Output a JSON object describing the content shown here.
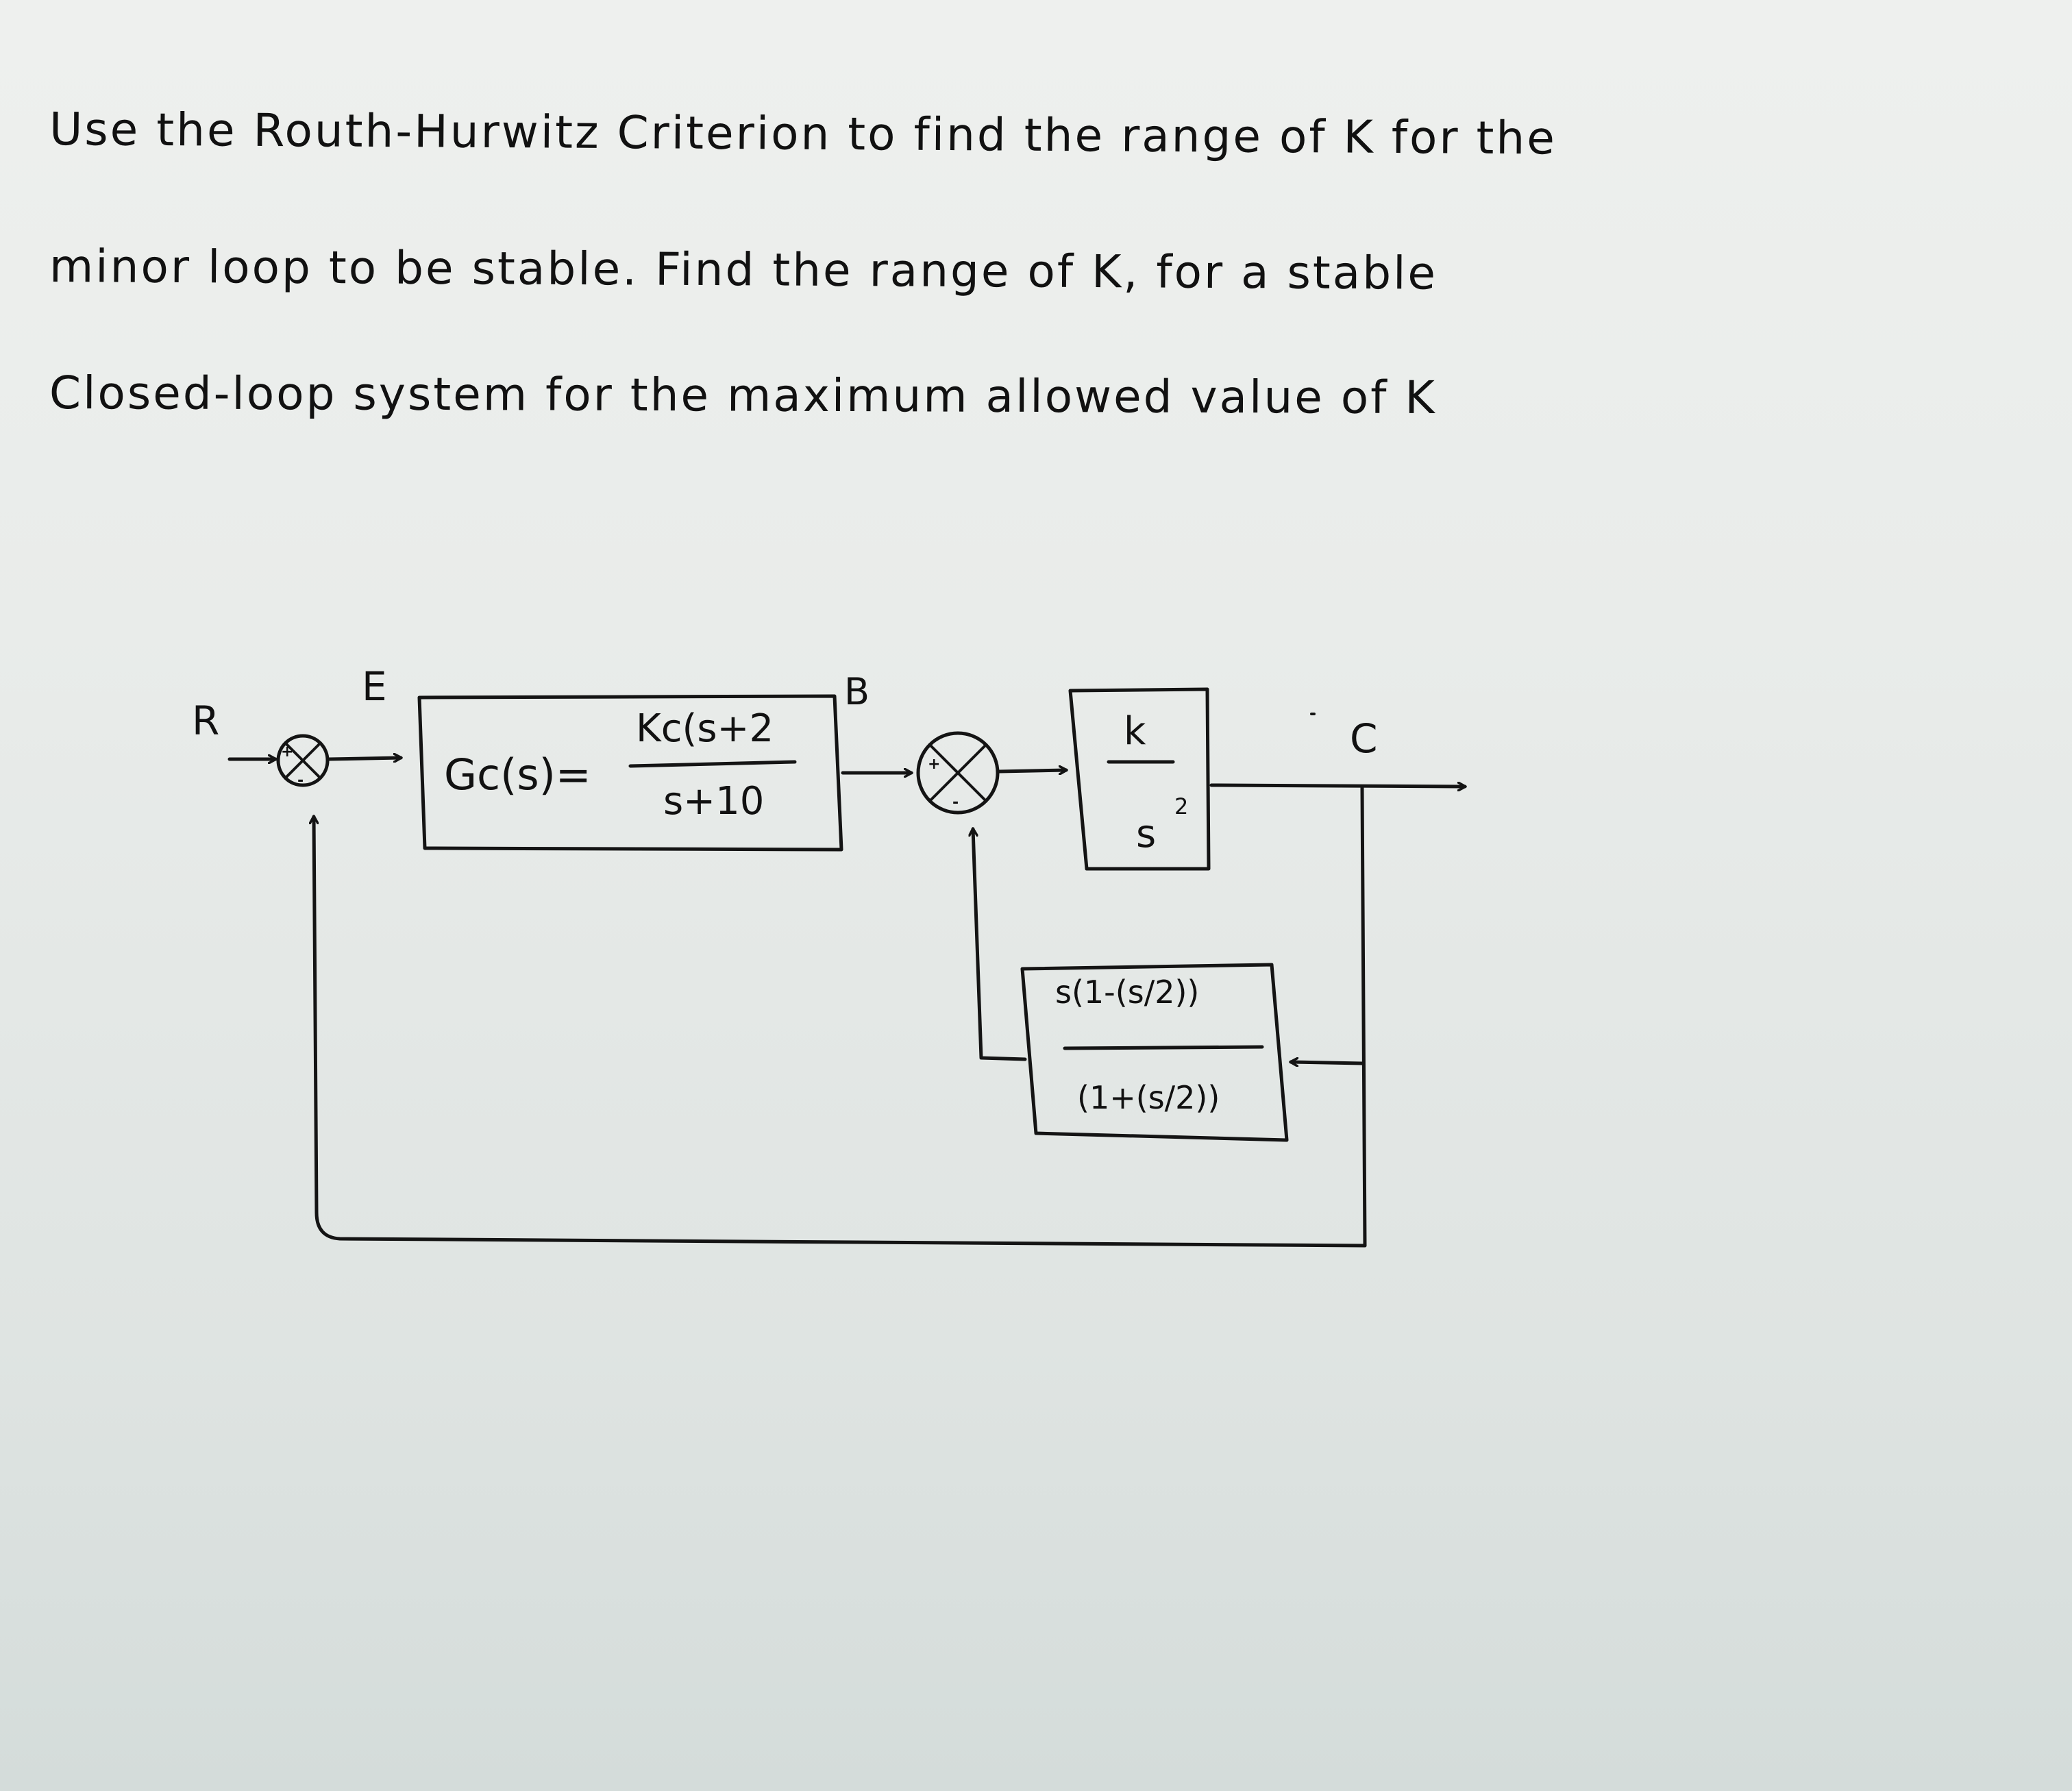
{
  "problem": {
    "lines": [
      "Use the Routh-Hurwitz Criterion to find the range of K for the",
      "minor loop to be stable. Find the range of K, for a stable",
      "Closed-loop system for the maximum allowed value of K"
    ]
  },
  "diagram": {
    "signals": {
      "input": "R",
      "error": "E",
      "intermediate": "B",
      "output": "C"
    },
    "controller": {
      "label": "Gc(s)=",
      "numerator": "Kc(s+2",
      "denominator": "s+10"
    },
    "plant": {
      "numerator": "k",
      "denominator": "s",
      "exponent": "2"
    },
    "feedback": {
      "numerator": "s(1-(s/2))",
      "denominator": "(1+(s/2))"
    },
    "summing_junction_1": {
      "plus": "+",
      "minus": "-"
    },
    "summing_junction_2": {
      "plus": "+",
      "minus": "-"
    }
  }
}
